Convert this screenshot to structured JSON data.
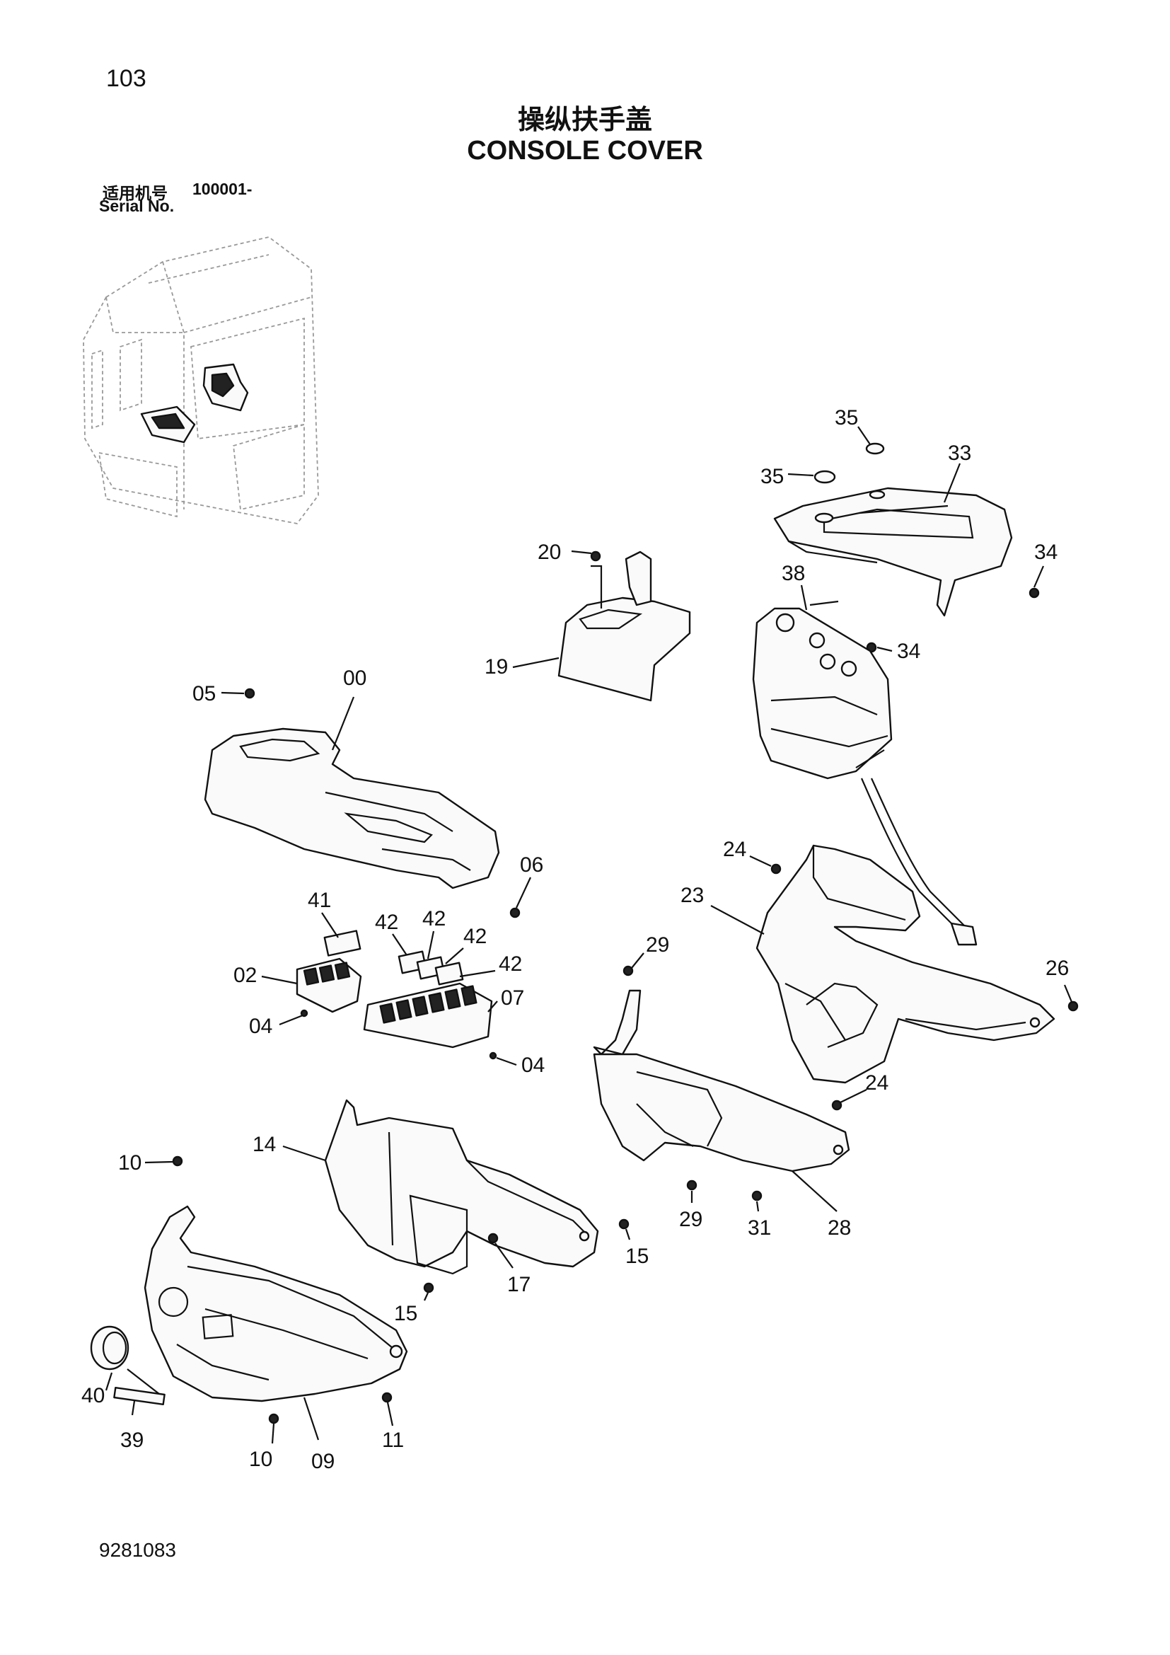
{
  "page_number": "103",
  "title_cn": "操纵扶手盖",
  "title_en": "CONSOLE COVER",
  "serial": {
    "label_cn": "适用机号",
    "value": "100001-",
    "label_en": "Serial No."
  },
  "doc_number": "9281083",
  "callouts": [
    {
      "id": "c35a",
      "label": "35"
    },
    {
      "id": "c35b",
      "label": "35"
    },
    {
      "id": "c33",
      "label": "33"
    },
    {
      "id": "c34a",
      "label": "34"
    },
    {
      "id": "c20",
      "label": "20"
    },
    {
      "id": "c38",
      "label": "38"
    },
    {
      "id": "c34b",
      "label": "34"
    },
    {
      "id": "c19",
      "label": "19"
    },
    {
      "id": "c05",
      "label": "05"
    },
    {
      "id": "c00",
      "label": "00"
    },
    {
      "id": "c06",
      "label": "06"
    },
    {
      "id": "c24a",
      "label": "24"
    },
    {
      "id": "c23",
      "label": "23"
    },
    {
      "id": "c41",
      "label": "41"
    },
    {
      "id": "c42a",
      "label": "42"
    },
    {
      "id": "c42b",
      "label": "42"
    },
    {
      "id": "c42c",
      "label": "42"
    },
    {
      "id": "c42d",
      "label": "42"
    },
    {
      "id": "c02",
      "label": "02"
    },
    {
      "id": "c07",
      "label": "07"
    },
    {
      "id": "c29a",
      "label": "29"
    },
    {
      "id": "c26",
      "label": "26"
    },
    {
      "id": "c04a",
      "label": "04"
    },
    {
      "id": "c04b",
      "label": "04"
    },
    {
      "id": "c24b",
      "label": "24"
    },
    {
      "id": "c14",
      "label": "14"
    },
    {
      "id": "c10a",
      "label": "10"
    },
    {
      "id": "c29b",
      "label": "29"
    },
    {
      "id": "c31",
      "label": "31"
    },
    {
      "id": "c28",
      "label": "28"
    },
    {
      "id": "c15a",
      "label": "15"
    },
    {
      "id": "c17",
      "label": "17"
    },
    {
      "id": "c15b",
      "label": "15"
    },
    {
      "id": "c40",
      "label": "40"
    },
    {
      "id": "c39",
      "label": "39"
    },
    {
      "id": "c10b",
      "label": "10"
    },
    {
      "id": "c09",
      "label": "09"
    },
    {
      "id": "c11",
      "label": "11"
    }
  ]
}
